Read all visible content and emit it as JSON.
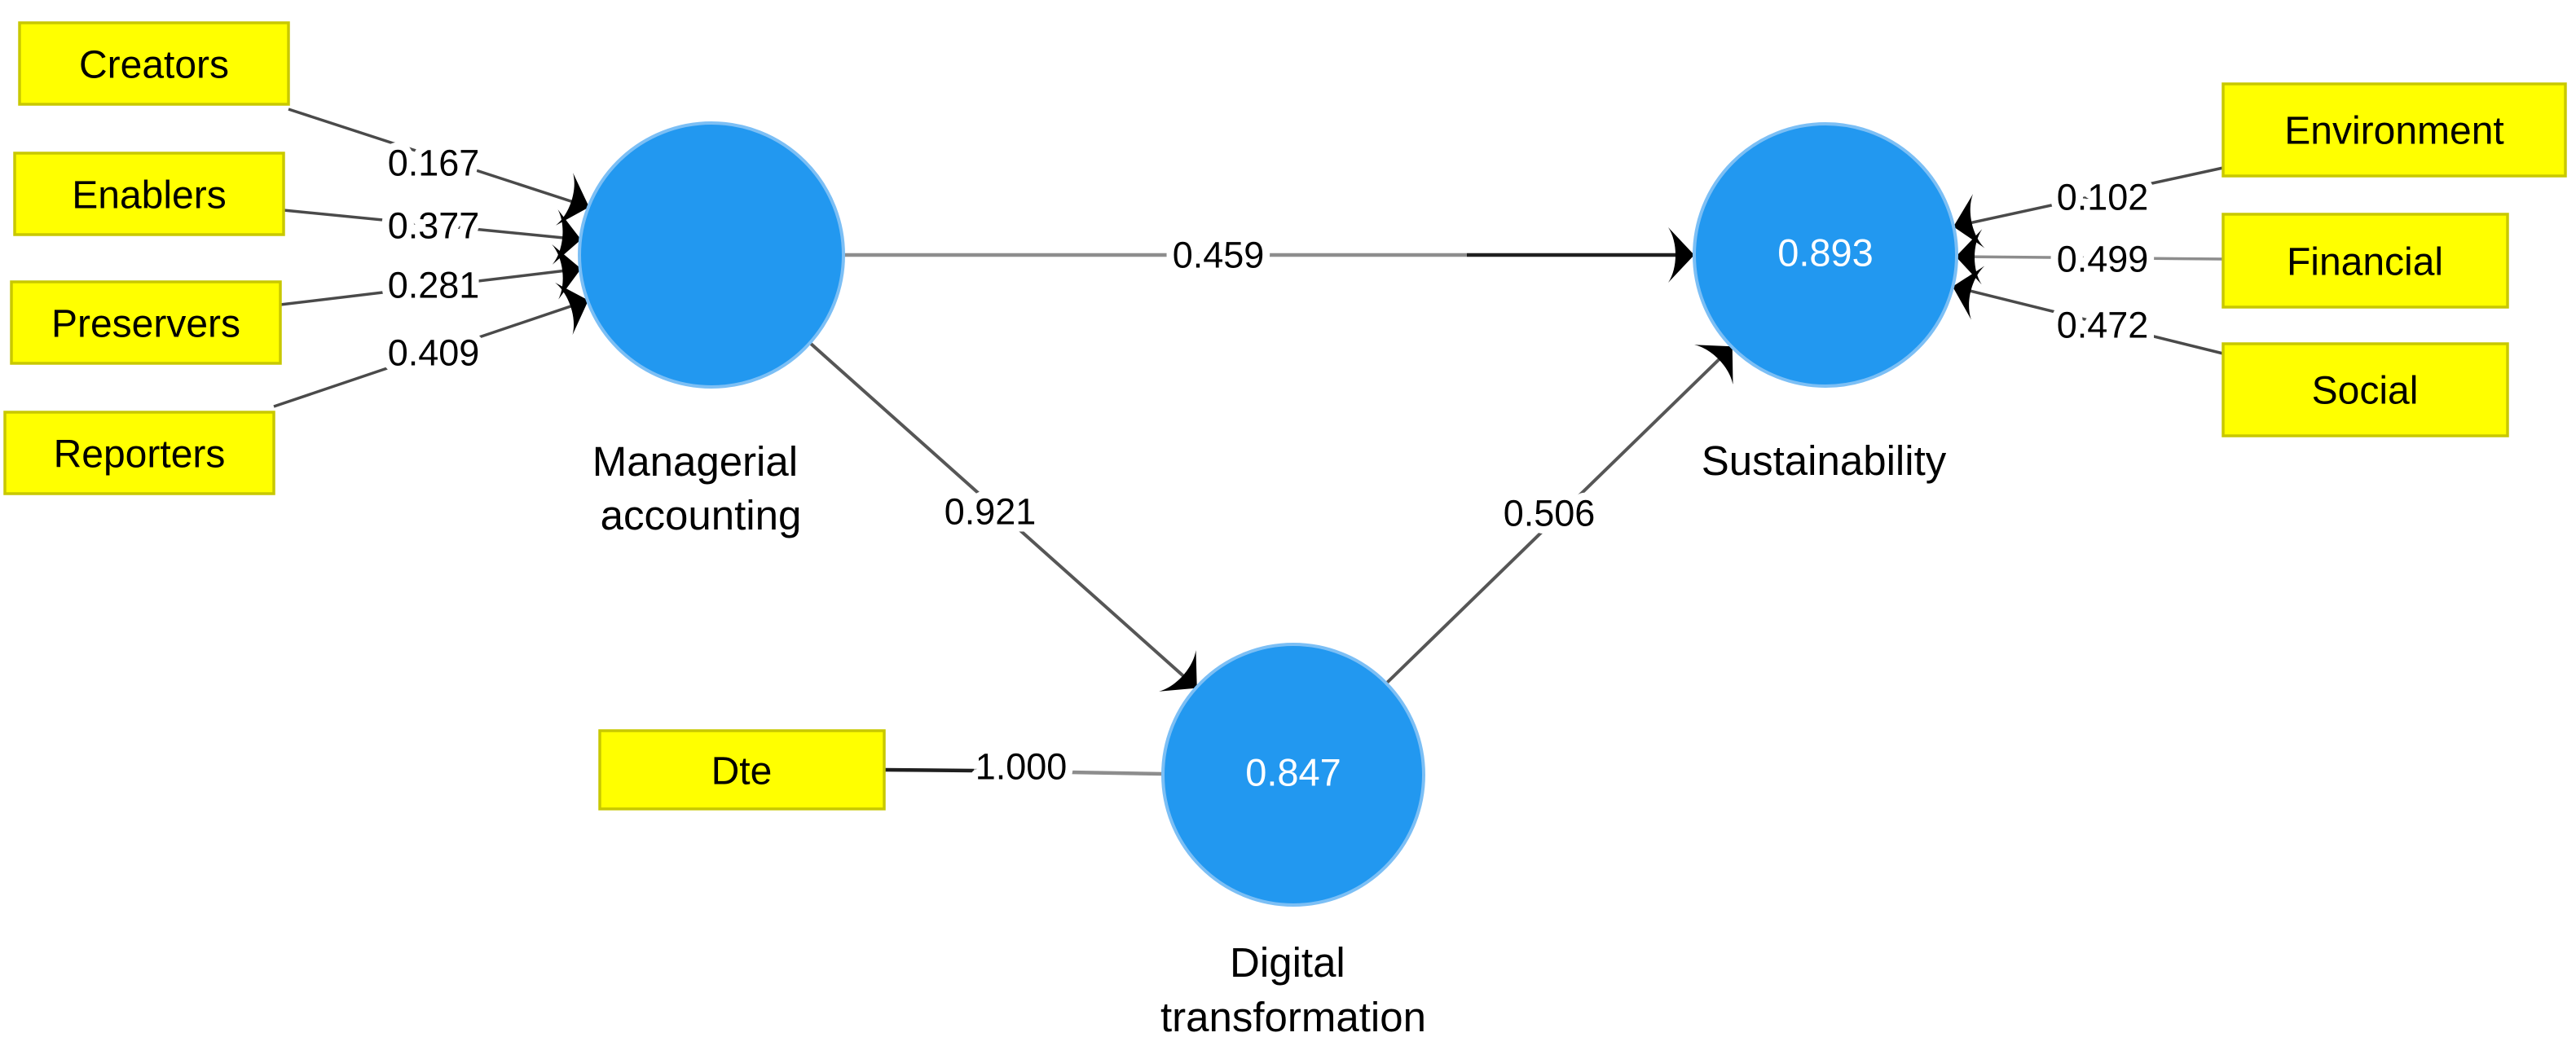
{
  "model": {
    "colors": {
      "construct_fill": "#2298F0",
      "indicator_fill": "#FFFF00",
      "indicator_border": "#C8C800",
      "edge_line": "#4a4a4a",
      "arrowhead": "#000000",
      "construct_value_text": "#ffffff",
      "label_text": "#000000",
      "background": "#ffffff"
    },
    "constructs": [
      {
        "id": "managerial",
        "label": "Managerial accounting",
        "label_lines": [
          "Managerial",
          "accounting"
        ],
        "value": null
      },
      {
        "id": "digital",
        "label": "Digital transformation",
        "label_lines": [
          "Digital",
          "transformation"
        ],
        "value": "0.847"
      },
      {
        "id": "sustainability",
        "label": "Sustainability",
        "label_lines": [
          "Sustainability"
        ],
        "value": "0.893"
      }
    ],
    "indicators": [
      {
        "id": "creators",
        "label": "Creators",
        "construct": "managerial",
        "weight": "0.167"
      },
      {
        "id": "enablers",
        "label": "Enablers",
        "construct": "managerial",
        "weight": "0.377"
      },
      {
        "id": "preservers",
        "label": "Preservers",
        "construct": "managerial",
        "weight": "0.281"
      },
      {
        "id": "reporters",
        "label": "Reporters",
        "construct": "managerial",
        "weight": "0.409"
      },
      {
        "id": "dte",
        "label": "Dte",
        "construct": "digital",
        "weight": "1.000"
      },
      {
        "id": "environment",
        "label": "Environment",
        "construct": "sustainability",
        "weight": "0.102"
      },
      {
        "id": "financial",
        "label": "Financial",
        "construct": "sustainability",
        "weight": "0.499"
      },
      {
        "id": "social",
        "label": "Social",
        "construct": "sustainability",
        "weight": "0.472"
      }
    ],
    "paths": [
      {
        "from": "Managerial accounting",
        "to": "Sustainability",
        "coefficient": "0.459"
      },
      {
        "from": "Managerial accounting",
        "to": "Digital transformation",
        "coefficient": "0.921"
      },
      {
        "from": "Digital transformation",
        "to": "Sustainability",
        "coefficient": "0.506"
      }
    ]
  }
}
